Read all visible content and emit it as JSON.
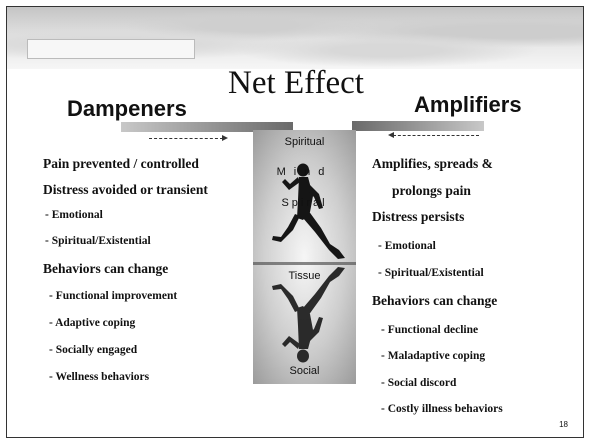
{
  "slide": {
    "title": "Net Effect",
    "page_number": "18"
  },
  "dampeners": {
    "heading": "Dampeners",
    "items": [
      {
        "level": 1,
        "text": "Pain prevented / controlled"
      },
      {
        "level": 1,
        "text": "Distress avoided or transient"
      },
      {
        "level": 2,
        "text": "- Emotional"
      },
      {
        "level": 2,
        "text": "- Spiritual/Existential"
      },
      {
        "level": 1,
        "text": "Behaviors can change"
      },
      {
        "level": 2,
        "text": "- Functional improvement"
      },
      {
        "level": 2,
        "text": "- Adaptive coping"
      },
      {
        "level": 2,
        "text": "- Socially engaged"
      },
      {
        "level": 2,
        "text": "- Wellness behaviors"
      }
    ]
  },
  "amplifiers": {
    "heading": "Amplifiers",
    "items": [
      {
        "level": 1,
        "text": "Amplifies, spreads &"
      },
      {
        "level": 1,
        "text": "prolongs pain"
      },
      {
        "level": 1,
        "text": "Distress persists"
      },
      {
        "level": 2,
        "text": "- Emotional"
      },
      {
        "level": 2,
        "text": "- Spiritual/Existential"
      },
      {
        "level": 1,
        "text": "Behaviors can change"
      },
      {
        "level": 2,
        "text": "- Functional decline"
      },
      {
        "level": 2,
        "text": "- Maladaptive coping"
      },
      {
        "level": 2,
        "text": "- Social discord"
      },
      {
        "level": 2,
        "text": "- Costly illness behaviors"
      }
    ]
  },
  "figure": {
    "labels": {
      "spiritual": "Spiritual",
      "mind": "Mind",
      "spiral": "Spiral",
      "tissue": "Tissue",
      "social": "Social"
    }
  }
}
